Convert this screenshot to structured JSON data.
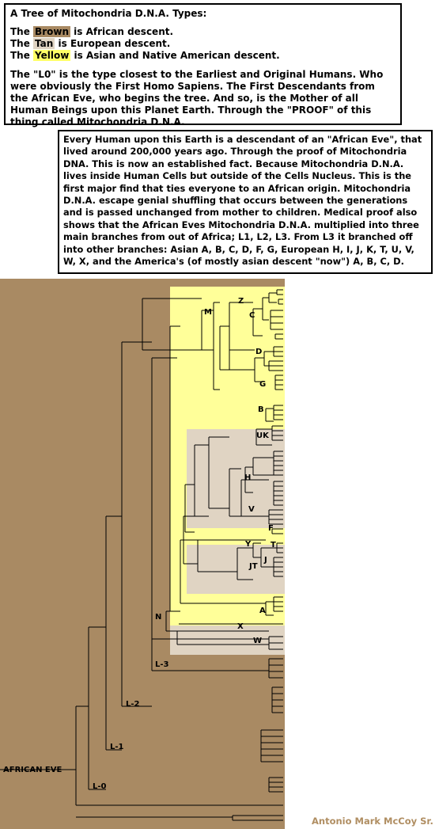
{
  "legend_box": {
    "title": "A Tree of Mitochondria D.N.A. Types:",
    "rows": [
      {
        "prefix": "The ",
        "swatch": "Brown",
        "suffix": " is African descent."
      },
      {
        "prefix": "The ",
        "swatch": "Tan",
        "suffix": "  is European descent."
      },
      {
        "prefix": "The ",
        "swatch": "Yellow",
        "suffix": " is Asian and Native American descent."
      }
    ],
    "paragraph": "The \"L0\" is the type closest to the Earliest and Original Humans. Who were obviously the First Homo Sapiens. The First Descendants from the African Eve, who begins the tree. And so, is the Mother of all Human Beings upon this Planet Earth. Through the \"PROOF\" of this thing called Mitochondria D.N.A."
  },
  "info_box": {
    "text": "Every Human upon this Earth is a descendant of an \"African Eve\", that lived around 200,000 years ago. Through the proof of Mitochondria DNA. This is now an established fact. Because Mitochondria D.N.A. lives inside Human Cells but outside of the Cells Nucleus. This is the first major find that ties everyone to an African origin. Mitochondria D.N.A. escape genial shuffling that occurs between the generations and is passed unchanged from mother to children. Medical proof also shows that the African Eves Mitochondria D.N.A. multiplied into three main branches from out of Africa; L1, L2, L3. From L3 it branched off into other branches: Asian A, B, C, D, F, G, European H, I, J, K, T, U, V, W, X, and the America's (of mostly asian descent \"now\") A, B, C, D."
  },
  "tree": {
    "labels": {
      "M": "M",
      "Z": "Z",
      "C": "C",
      "D": "D",
      "G": "G",
      "B": "B",
      "UK": "UK",
      "H": "H",
      "V": "V",
      "F": "F",
      "Y": "Y",
      "T": "T",
      "J": "J",
      "JT": "JT",
      "A": "A",
      "N": "N",
      "X": "X",
      "W": "W",
      "L3": "L-3",
      "L2": "L-2",
      "L1": "L-1",
      "L0": "L-0"
    },
    "root_label": "AFRICAN EVE",
    "colors": {
      "african": "#a98a63",
      "european": "#e0d4c3",
      "asian": "#ffff99"
    }
  },
  "credit": "Antonio Mark McCoy Sr."
}
